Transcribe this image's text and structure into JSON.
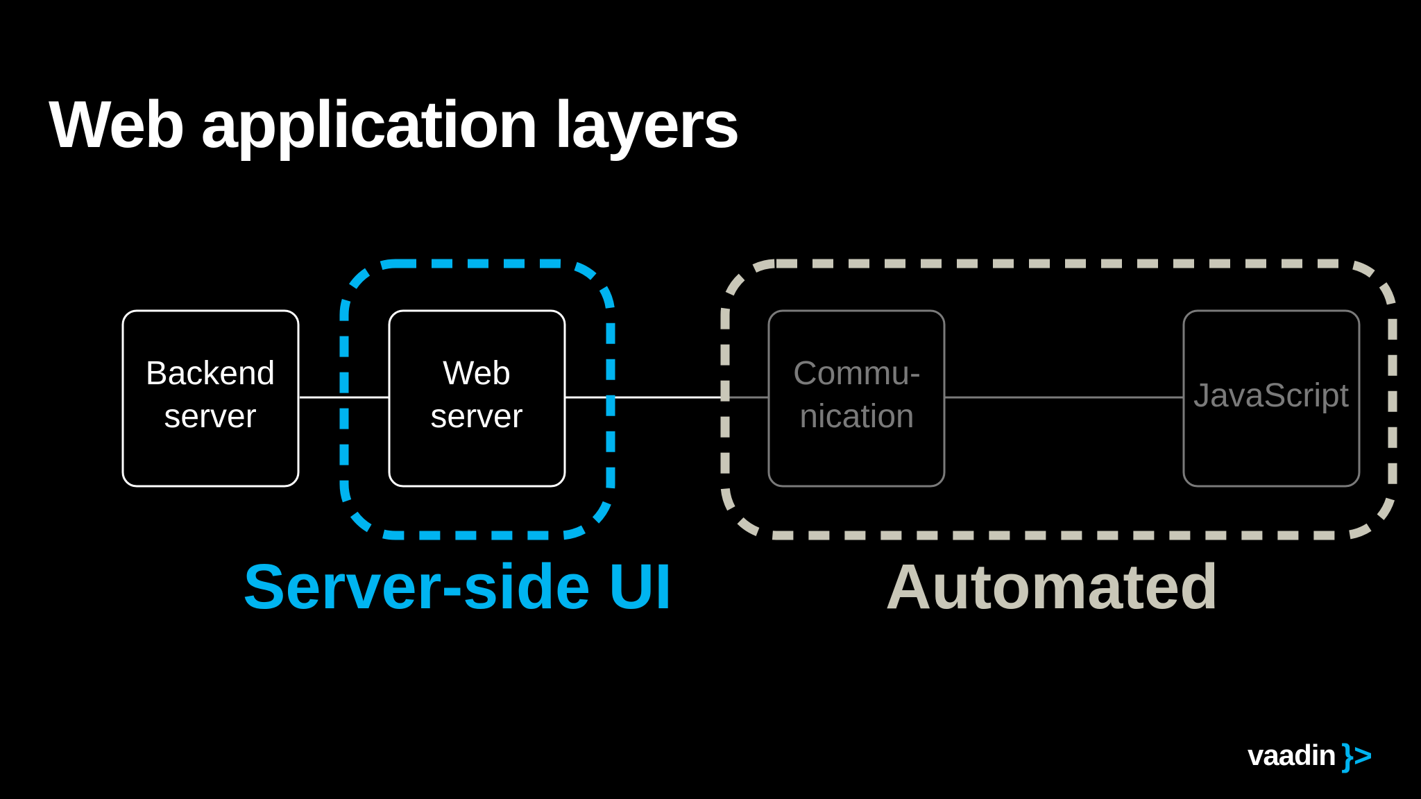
{
  "title": "Web application layers",
  "colors": {
    "background": "#000000",
    "server_side_accent": "#00B4F0",
    "automated_accent": "#C9C7B8",
    "active_node": "#FFFFFF",
    "muted_node": "#7A7A7A"
  },
  "nodes": [
    {
      "id": "backend",
      "lines": [
        "Backend",
        "server"
      ],
      "muted": false
    },
    {
      "id": "web",
      "lines": [
        "Web",
        "server"
      ],
      "muted": false
    },
    {
      "id": "communication",
      "lines": [
        "Commu-",
        "nication"
      ],
      "muted": true
    },
    {
      "id": "javascript",
      "lines": [
        "JavaScript"
      ],
      "muted": true
    }
  ],
  "groups": {
    "server_side": {
      "label": "Server-side UI"
    },
    "automated": {
      "label": "Automated"
    }
  },
  "logo": {
    "word": "vaadin",
    "mark": "}>"
  }
}
